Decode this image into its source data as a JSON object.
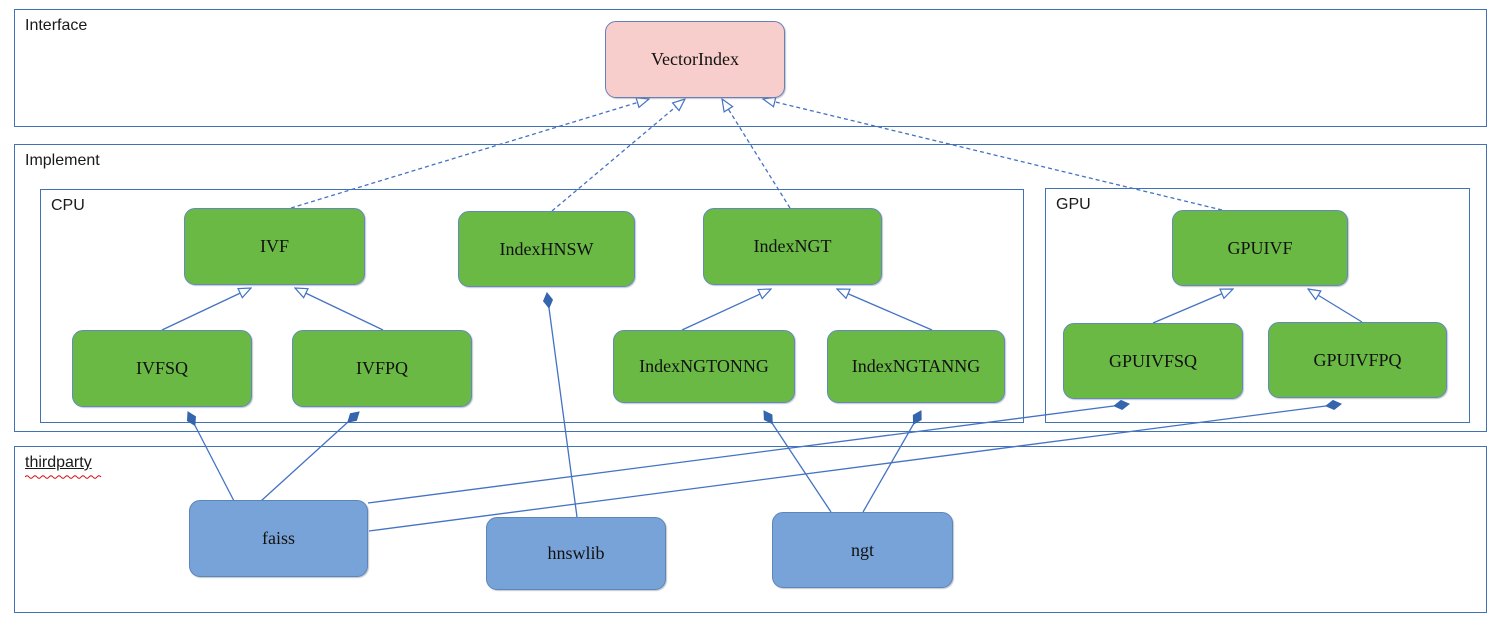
{
  "diagram": {
    "kind": "uml-class-diagram",
    "containers": {
      "interface": {
        "label": "Interface"
      },
      "implement": {
        "label": "Implement"
      },
      "cpu": {
        "label": "CPU"
      },
      "gpu": {
        "label": "GPU"
      },
      "thirdparty": {
        "label": "thirdparty",
        "spellcheck_squiggle": true
      }
    },
    "nodes": {
      "vectorindex": {
        "label": "VectorIndex",
        "color": "pink",
        "container": "interface"
      },
      "ivf": {
        "label": "IVF",
        "color": "green",
        "container": "cpu"
      },
      "indexhnsw": {
        "label": "IndexHNSW",
        "color": "green",
        "container": "cpu"
      },
      "indexngt": {
        "label": "IndexNGT",
        "color": "green",
        "container": "cpu"
      },
      "ivfsq": {
        "label": "IVFSQ",
        "color": "green",
        "container": "cpu"
      },
      "ivfpq": {
        "label": "IVFPQ",
        "color": "green",
        "container": "cpu"
      },
      "indexngtonng": {
        "label": "IndexNGTONNG",
        "color": "green",
        "container": "cpu"
      },
      "indexngtanng": {
        "label": "IndexNGTANNG",
        "color": "green",
        "container": "cpu"
      },
      "gpuivf": {
        "label": "GPUIVF",
        "color": "green",
        "container": "gpu"
      },
      "gpuivfsq": {
        "label": "GPUIVFSQ",
        "color": "green",
        "container": "gpu"
      },
      "gpuivfpq": {
        "label": "GPUIVFPQ",
        "color": "green",
        "container": "gpu"
      },
      "faiss": {
        "label": "faiss",
        "color": "blue",
        "container": "thirdparty"
      },
      "hnswlib": {
        "label": "hnswlib",
        "color": "blue",
        "container": "thirdparty"
      },
      "ngt": {
        "label": "ngt",
        "color": "blue",
        "container": "thirdparty"
      }
    },
    "edges": [
      {
        "from": "IVF",
        "to": "VectorIndex",
        "type": "realization",
        "style": "dashed, hollow triangle at VectorIndex"
      },
      {
        "from": "IndexHNSW",
        "to": "VectorIndex",
        "type": "realization",
        "style": "dashed, hollow triangle at VectorIndex"
      },
      {
        "from": "IndexNGT",
        "to": "VectorIndex",
        "type": "realization",
        "style": "dashed, hollow triangle at VectorIndex"
      },
      {
        "from": "GPUIVF",
        "to": "VectorIndex",
        "type": "realization",
        "style": "dashed, hollow triangle at VectorIndex"
      },
      {
        "from": "IVFSQ",
        "to": "IVF",
        "type": "generalization",
        "style": "solid, hollow triangle at IVF"
      },
      {
        "from": "IVFPQ",
        "to": "IVF",
        "type": "generalization",
        "style": "solid, hollow triangle at IVF"
      },
      {
        "from": "IndexNGTONNG",
        "to": "IndexNGT",
        "type": "generalization",
        "style": "solid, hollow triangle at IndexNGT"
      },
      {
        "from": "IndexNGTANNG",
        "to": "IndexNGT",
        "type": "generalization",
        "style": "solid, hollow triangle at IndexNGT"
      },
      {
        "from": "GPUIVFSQ",
        "to": "GPUIVF",
        "type": "generalization",
        "style": "solid, hollow triangle at GPUIVF"
      },
      {
        "from": "GPUIVFPQ",
        "to": "GPUIVF",
        "type": "generalization",
        "style": "solid, hollow triangle at GPUIVF"
      },
      {
        "from": "faiss",
        "to": "IVFSQ",
        "type": "composition",
        "style": "solid, filled diamond at IVFSQ"
      },
      {
        "from": "faiss",
        "to": "IVFPQ",
        "type": "composition",
        "style": "solid, filled diamond at IVFPQ"
      },
      {
        "from": "faiss",
        "to": "GPUIVFSQ",
        "type": "composition",
        "style": "solid, filled diamond at GPUIVFSQ"
      },
      {
        "from": "faiss",
        "to": "GPUIVFPQ",
        "type": "composition",
        "style": "solid, filled diamond at GPUIVFPQ"
      },
      {
        "from": "hnswlib",
        "to": "IndexHNSW",
        "type": "composition",
        "style": "solid, filled diamond at IndexHNSW"
      },
      {
        "from": "ngt",
        "to": "IndexNGTONNG",
        "type": "composition",
        "style": "solid, filled diamond at IndexNGTONNG"
      },
      {
        "from": "ngt",
        "to": "IndexNGTANNG",
        "type": "composition",
        "style": "solid, filled diamond at IndexNGTANNG"
      }
    ],
    "colors": {
      "container_border": "#4173b4",
      "connector": "#4472c4",
      "node_green_fill": "#6ab944",
      "node_green_border": "#6189bd",
      "node_blue_fill": "#78a3d8",
      "node_blue_border": "#5c85ba",
      "node_pink_fill": "#f8cecc",
      "node_pink_border": "#667fb9",
      "diamond_fill": "#3565ad",
      "squiggle_red": "#cc0000",
      "text": "#1a1a1a"
    }
  }
}
